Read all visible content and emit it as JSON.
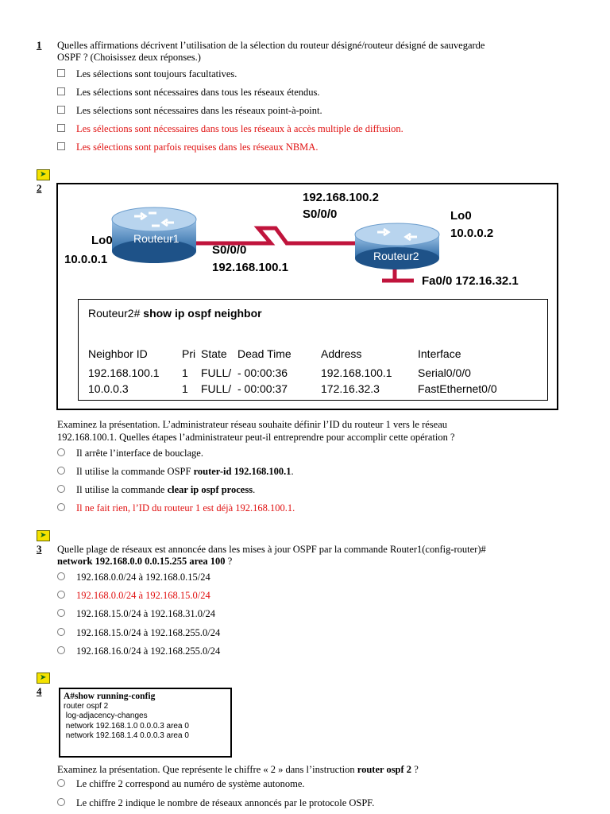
{
  "q1": {
    "num": "1",
    "text1": "Quelles affirmations décrivent l’utilisation de la sélection du routeur désigné/routeur désigné de sauvegarde",
    "text2": "OSPF ? (Choisissez deux réponses.)",
    "options": [
      {
        "label": "Les sélections sont toujours facultatives.",
        "correct": false
      },
      {
        "label": "Les sélections sont nécessaires dans tous les réseaux étendus.",
        "correct": false
      },
      {
        "label": "Les sélections sont nécessaires dans les réseaux point-à-point.",
        "correct": false
      },
      {
        "label": "Les sélections sont nécessaires dans tous les réseaux à accès multiple de diffusion.",
        "correct": true
      },
      {
        "label": "Les sélections sont parfois requises dans les réseaux NBMA.",
        "correct": true
      }
    ]
  },
  "q2": {
    "num": "2",
    "figure": {
      "r1_name": "Routeur1",
      "r2_name": "Routeur2",
      "r1_lo_label": "Lo0",
      "r1_lo_ip": "10.0.0.1",
      "r1_s_label": "S0/0/0",
      "r1_s_ip": "192.168.100.1",
      "r2_s_ip": "192.168.100.2",
      "r2_s_label": "S0/0/0",
      "r2_lo_label": "Lo0",
      "r2_lo_ip": "10.0.0.2",
      "r2_fa": "Fa0/0 172.16.32.1",
      "cli_prompt": "Routeur2#",
      "cli_command": "show ip ospf neighbor",
      "table_headers": [
        "Neighbor ID",
        "Pri",
        "State",
        "Dead Time",
        "Address",
        "Interface"
      ],
      "table_rows": [
        [
          "192.168.100.1",
          "1",
          "FULL/",
          "- 00:00:36",
          "192.168.100.1",
          "Serial0/0/0"
        ],
        [
          "10.0.0.3",
          "1",
          "FULL/",
          "- 00:00:37",
          "172.16.32.3",
          "FastEthernet0/0"
        ]
      ]
    },
    "text1": "Examinez la présentation. L’administrateur réseau souhaite définir l’ID du routeur 1 vers le réseau",
    "text2": "192.168.100.1. Quelles étapes l’administrateur peut-il entreprendre pour accomplir cette opération ?",
    "options": [
      {
        "pre": "Il arrête l’interface de bouclage.",
        "bold": "",
        "post": "",
        "correct": false
      },
      {
        "pre": "Il utilise la commande OSPF ",
        "bold": "router-id 192.168.100.1",
        "post": ".",
        "correct": false
      },
      {
        "pre": "Il utilise la commande ",
        "bold": "clear ip ospf process",
        "post": ".",
        "correct": false
      },
      {
        "pre": "Il ne fait rien, l’ID du routeur 1 est déjà 192.168.100.1.",
        "bold": "",
        "post": "",
        "correct": true
      }
    ]
  },
  "q3": {
    "num": "3",
    "text1": "Quelle plage de réseaux est annoncée dans les mises à jour OSPF par la commande Router1(config-router)#",
    "text2_bold": "network 192.168.0.0 0.0.15.255 area 100",
    "text2_post": " ?",
    "options": [
      {
        "label": "192.168.0.0/24 à 192.168.0.15/24",
        "correct": false
      },
      {
        "label": "192.168.0.0/24 à 192.168.15.0/24",
        "correct": true
      },
      {
        "label": "192.168.15.0/24 à 192.168.31.0/24",
        "correct": false
      },
      {
        "label": "192.168.15.0/24 à 192.168.255.0/24",
        "correct": false
      },
      {
        "label": "192.168.16.0/24 à 192.168.255.0/24",
        "correct": false
      }
    ]
  },
  "q4": {
    "num": "4",
    "cli_lines": [
      "A#show running-config",
      "router ospf 2",
      " log-adjacency-changes",
      " network 192.168.1.0 0.0.0.3 area 0",
      " network 192.168.1.4 0.0.0.3 area 0"
    ],
    "text_pre": "Examinez la présentation. Que représente le chiffre « 2 » dans l’instruction ",
    "text_bold": "router ospf 2",
    "text_post": " ?",
    "options": [
      {
        "label": "Le chiffre 2 correspond au numéro de système autonome.",
        "correct": false
      },
      {
        "label": "Le chiffre 2 indique le nombre de réseaux annoncés par le protocole OSPF.",
        "correct": false
      }
    ]
  }
}
